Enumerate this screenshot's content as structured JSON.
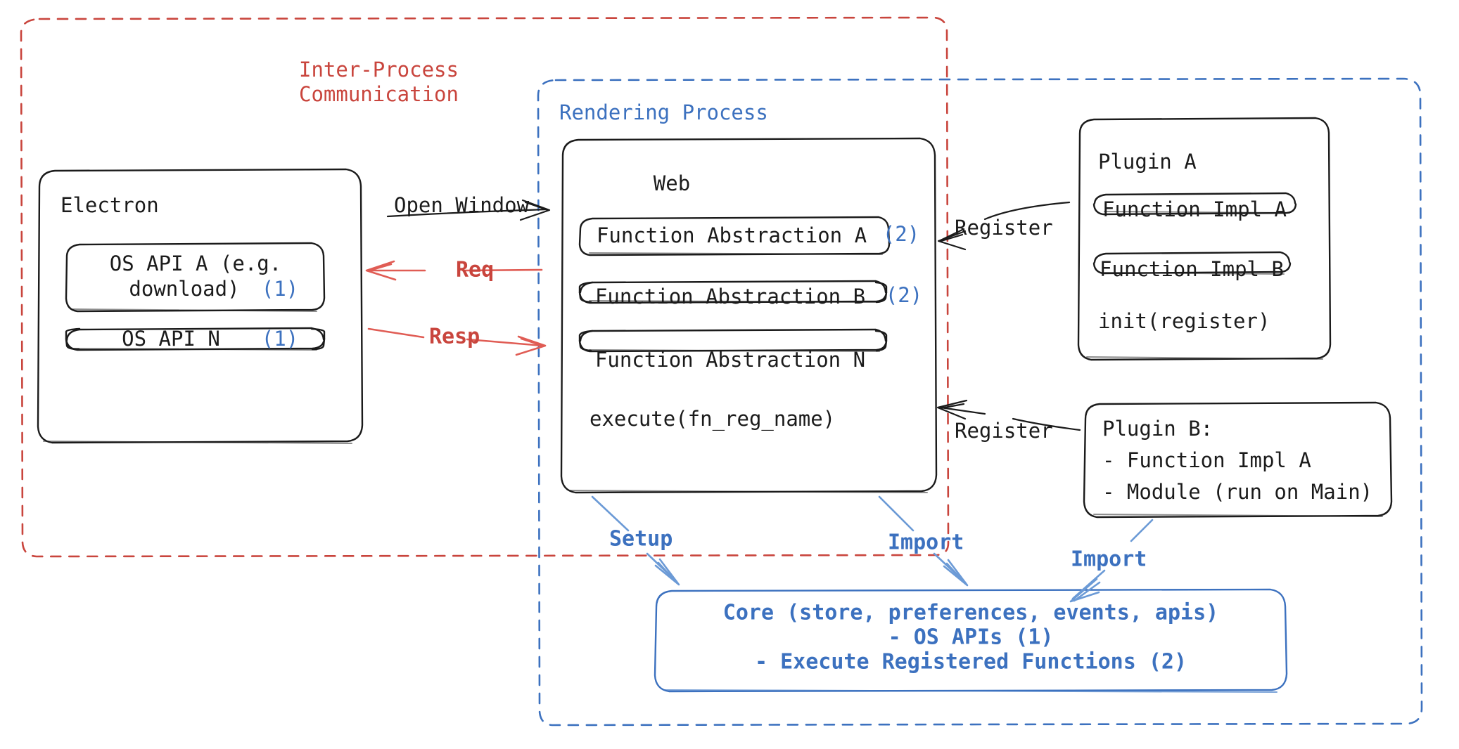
{
  "diagram": {
    "title_regions": {
      "ipc": {
        "line1": "Inter-Process",
        "line2": "Communication",
        "color": "#c9453d"
      },
      "rendering": {
        "label": "Rendering Process",
        "color": "#3c71bf"
      }
    },
    "electron": {
      "title": "Electron",
      "apis": [
        {
          "line1": "OS API A (e.g.",
          "line2": "download)",
          "tag": "(1)"
        },
        {
          "line1": "OS API N",
          "line2": "",
          "tag": "(1)"
        }
      ]
    },
    "web": {
      "title": "Web",
      "abstractions": [
        {
          "label": "Function Abstraction A",
          "tag": "(2)"
        },
        {
          "label": "Function Abstraction B",
          "tag": "(2)"
        },
        {
          "label": "Function Abstraction N",
          "tag": ""
        }
      ],
      "footer": "execute(fn_reg_name)"
    },
    "plugin_a": {
      "title": "Plugin A",
      "impls": [
        "Function Impl A",
        "Function Impl B"
      ],
      "footer": "init(register)"
    },
    "plugin_b": {
      "title": "Plugin B:",
      "items": [
        "- Function Impl A",
        "- Module (run on Main)"
      ]
    },
    "core": {
      "line1": "Core (store, preferences, events, apis)",
      "line2": "- OS APIs (1)",
      "line3": "- Execute Registered Functions (2)"
    },
    "edges": {
      "open_window": "Open Window",
      "req": "Req",
      "resp": "Resp",
      "register_a": "Register",
      "register_b": "Register",
      "setup": "Setup",
      "import_web": "Import",
      "import_plugin": "Import"
    },
    "colors": {
      "red": "#c9453d",
      "blue": "#3c71bf",
      "ink": "#1b1b1b",
      "arrow_red": "#e05c54",
      "arrow_blue": "#6b9ad6"
    }
  }
}
